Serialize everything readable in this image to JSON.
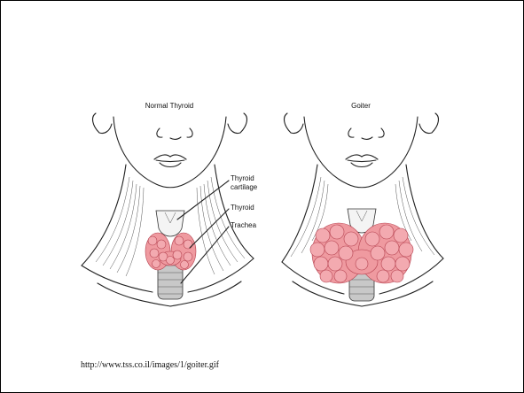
{
  "figure": {
    "left_panel_title": "Normal Thyroid",
    "right_panel_title": "Goiter",
    "labels": {
      "thyroid_cartilage_line1": "Thyroid",
      "thyroid_cartilage_line2": "cartilage",
      "thyroid": "Thyroid",
      "trachea": "Trachea"
    }
  },
  "caption": "http://www.tss.co.il/images/1/goiter.gif",
  "colors": {
    "thyroid_fill": "#ef9aa0",
    "thyroid_stroke": "#b5414f",
    "cartilage_fill": "#f4f4f4",
    "trachea_fill": "#c8c8c8"
  }
}
